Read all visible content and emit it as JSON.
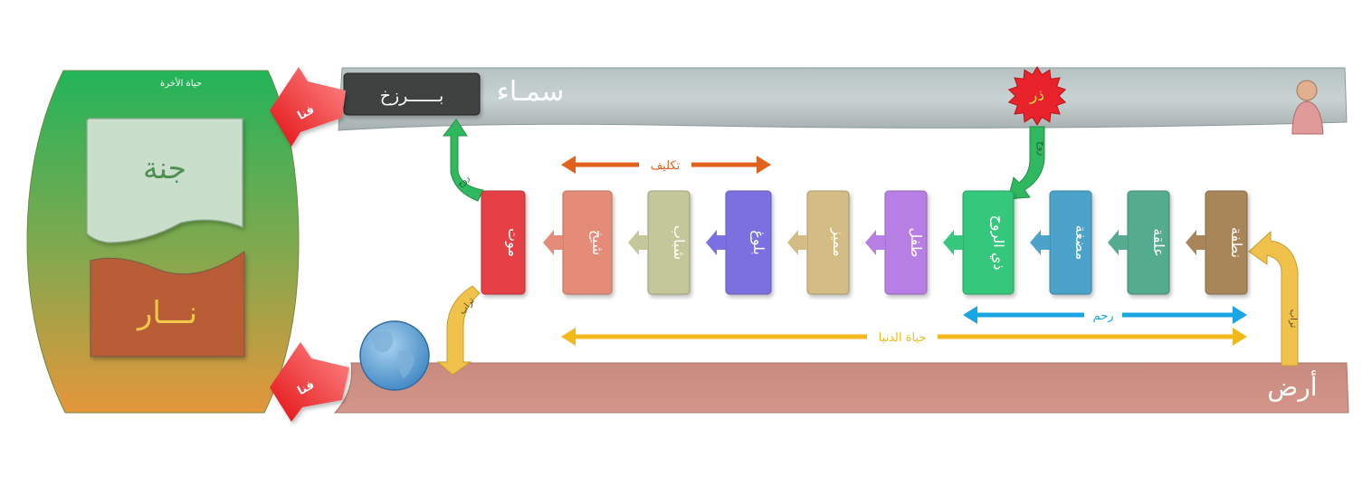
{
  "afterlife": {
    "title": "حياة الأخرة",
    "paradise": "جنة",
    "hellfire": "نـــار"
  },
  "sky": {
    "label": "سمـاء",
    "barzakh": "بــــــرزخ",
    "dharr": "ذر",
    "ruh_down": "روح",
    "ruh_up": "روح"
  },
  "earth": {
    "label": "أرض",
    "turab_out": "تراب",
    "turab_in": "تراب"
  },
  "fana": {
    "top": "فنا",
    "bottom": "فنا"
  },
  "spans": {
    "taklif": "تكليف",
    "rahm": "رحم",
    "dunya": "حياة الدنيا"
  },
  "stages": [
    {
      "label": "نطفة",
      "color": "#a9855a"
    },
    {
      "label": "علقة",
      "color": "#55ab8d"
    },
    {
      "label": "مضغة",
      "color": "#4ba3c9"
    },
    {
      "label": "ذي الروح",
      "color": "#35c77b"
    },
    {
      "label": "طفل",
      "color": "#b77ee3"
    },
    {
      "label": "مميز",
      "color": "#d4bd84"
    },
    {
      "label": "بلوغ",
      "color": "#7b70e1"
    },
    {
      "label": "شباب",
      "color": "#c3c79a"
    },
    {
      "label": "شيخ",
      "color": "#e48c78"
    },
    {
      "label": "موت",
      "color": "#e53f45"
    }
  ],
  "icons": {
    "person": "person-icon",
    "globe": "globe-icon"
  }
}
